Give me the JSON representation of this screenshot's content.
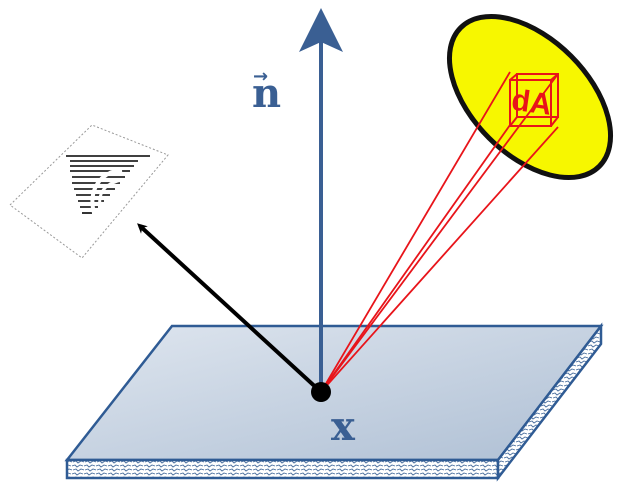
{
  "labels": {
    "normal": "n",
    "normal_arrow": "→",
    "point": "x",
    "area_element": "dA"
  },
  "colors": {
    "plate_top": "#c9d6e6",
    "plate_edge": "#2f5b94",
    "normal_axis": "#3a5f93",
    "light_source_fill": "#f7f700",
    "ray_lines": "#e8141a",
    "view_arrow": "#000000"
  }
}
